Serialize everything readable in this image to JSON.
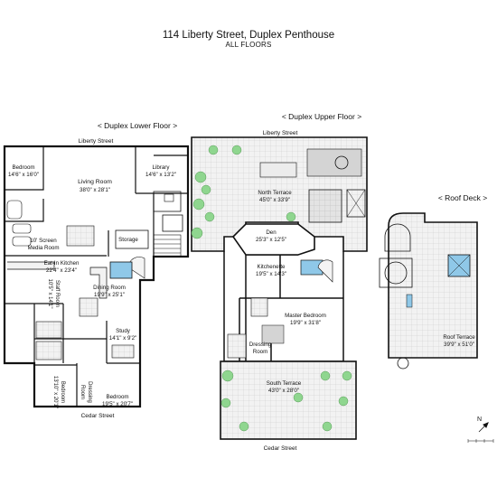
{
  "header": {
    "title": "114 Liberty Street, Duplex Penthouse",
    "subtitle": "ALL FLOORS"
  },
  "sections": {
    "lower": "< Duplex Lower Floor >",
    "upper": "< Duplex Upper Floor >",
    "roof": "< Roof Deck >"
  },
  "streets": {
    "lower_top": "Liberty Street",
    "lower_bottom": "Cedar Street",
    "upper_top": "Liberty Street",
    "upper_bottom": "Cedar Street"
  },
  "rooms": {
    "bedroom1": [
      "Bedroom",
      "14'6\" x 16'0\""
    ],
    "living": [
      "Living Room",
      "38'0\" x 28'1\""
    ],
    "library": [
      "Library",
      "14'6\" x 13'2\""
    ],
    "media": [
      "10' Screen",
      "Media Room"
    ],
    "storage": [
      "Storage"
    ],
    "kitchen": [
      "Eat-In Kitchen",
      "22'4\" x 23'4\""
    ],
    "staff": [
      "Staff Room",
      "10'5\" x 14'1\""
    ],
    "dining": [
      "Dining Room",
      "19'9\" x 25'1\""
    ],
    "study": [
      "Study",
      "14'1\" x 9'2\""
    ],
    "bedroom2": [
      "Bedroom",
      "13'10\" x 20'1\""
    ],
    "bedroom3": [
      "Bedroom",
      "19'5\" x 20'7\""
    ],
    "dressing1": [
      "Dressing",
      "Room"
    ],
    "north_terrace": [
      "North Terrace",
      "45'0\" x 33'9\""
    ],
    "den": [
      "Den",
      "25'3\" x 12'5\""
    ],
    "kitchenette": [
      "Kitchenette",
      "19'5\" x 14'3\""
    ],
    "master": [
      "Master Bedroom",
      "19'9\" x 31'8\""
    ],
    "dressing2": [
      "Dressing",
      "Room"
    ],
    "south_terrace": [
      "South Terrace",
      "43'0\" x 28'0\""
    ],
    "roof_terrace": [
      "Roof Terrace",
      "39'9\" x 51'0\""
    ]
  },
  "compass": {
    "north": "N"
  }
}
